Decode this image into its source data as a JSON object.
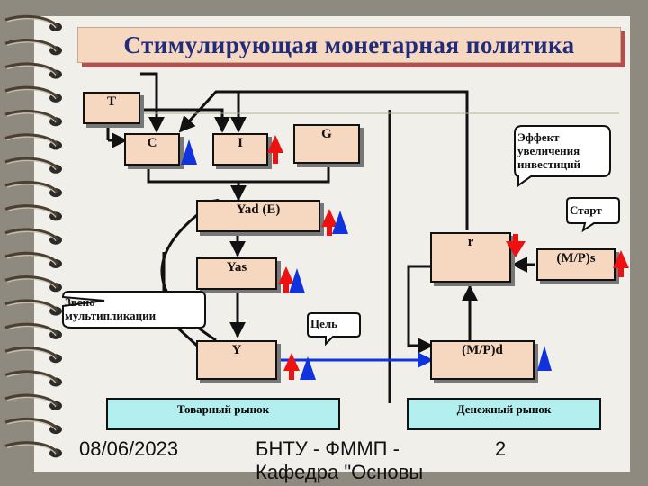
{
  "slide": {
    "title": "Стимулирующая монетарная политика",
    "nodes": {
      "T": "T",
      "C": "C",
      "I": "I",
      "G": "G",
      "Yad": "Yad (E)",
      "Yas": "Yas",
      "Y": "Y",
      "r": "r",
      "MPs": "(M/P)s",
      "MPd": "(M/P)d"
    },
    "markets": {
      "goods": "Товарный рынок",
      "money": "Денежный рынок"
    },
    "callouts": {
      "investment_effect": "Эффект увеличения инвестиций",
      "start": "Старт",
      "goal": "Цель",
      "multiplier_link": "Звено мультипликации"
    },
    "colors": {
      "up_arrow": "#ee1111",
      "down_arrow": "#ee1111",
      "blue_arrow": "#1133dd",
      "node_fill": "#f6d7bf",
      "market_fill": "#b3efef",
      "title_color": "#1f2c7c"
    }
  },
  "footer": {
    "date": "08/06/2023",
    "source": "БНТУ - ФММП - Кафедра \"Основы",
    "page_number": "2"
  }
}
